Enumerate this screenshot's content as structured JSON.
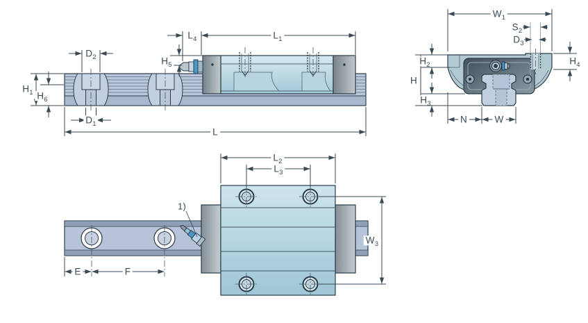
{
  "views": {
    "side": {
      "dims": {
        "d2": {
          "b": "D",
          "s": "2"
        },
        "d1": {
          "b": "D",
          "s": "1"
        },
        "h1": {
          "b": "H",
          "s": "1"
        },
        "h6": {
          "b": "H",
          "s": "6"
        },
        "l4": {
          "b": "L",
          "s": "4"
        },
        "h5": {
          "b": "H",
          "s": "5"
        },
        "l1": {
          "b": "L",
          "s": "1"
        },
        "l": {
          "b": "L",
          "s": ""
        }
      }
    },
    "end": {
      "dims": {
        "w1": {
          "b": "W",
          "s": "1"
        },
        "s2": {
          "b": "S",
          "s": "2"
        },
        "d3": {
          "b": "D",
          "s": "3"
        },
        "h2": {
          "b": "H",
          "s": "2"
        },
        "h": {
          "b": "H",
          "s": ""
        },
        "h3": {
          "b": "H",
          "s": "3"
        },
        "h4": {
          "b": "H",
          "s": "4"
        },
        "n": {
          "b": "N",
          "s": ""
        },
        "w": {
          "b": "W",
          "s": ""
        }
      }
    },
    "top": {
      "dims": {
        "l2": {
          "b": "L",
          "s": "2"
        },
        "l3": {
          "b": "L",
          "s": "3"
        },
        "w3": {
          "b": "W",
          "s": "3"
        },
        "e": {
          "b": "E",
          "s": ""
        },
        "f": {
          "b": "F",
          "s": ""
        }
      },
      "note": "1)"
    }
  },
  "colors": {
    "background": "#ffffff",
    "outline": "#2b3b46",
    "label_text": "#3a4a55",
    "rail_blue": "#b9c6db",
    "carriage_cyan": "#c8e0ea",
    "end_cap_gray": "#9aa4ab",
    "carriage_dark_body": "#42525c",
    "grease_nipple_blue": "#4a94c8"
  }
}
